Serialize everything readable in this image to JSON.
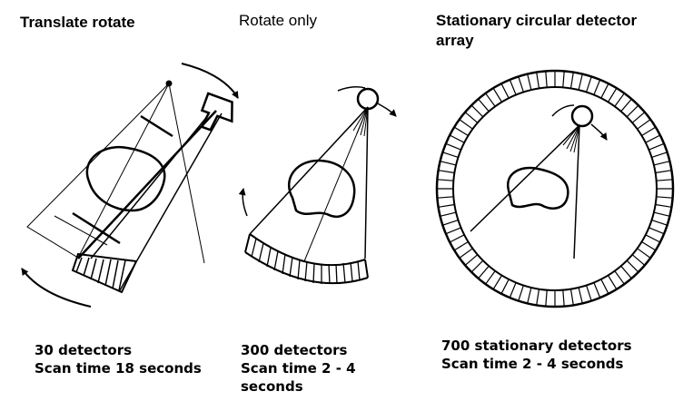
{
  "panels": [
    {
      "title": "Translate rotate",
      "caption": [
        "30 detectors",
        "Scan time 18 seconds"
      ]
    },
    {
      "title": "Rotate  only",
      "caption": [
        "300 detectors",
        "Scan time 2 - 4",
        "seconds"
      ]
    },
    {
      "title_lines": [
        "Stationary circular detector",
        "array"
      ],
      "caption": [
        "700 stationary detectors",
        "Scan time 2 - 4 seconds"
      ]
    }
  ]
}
